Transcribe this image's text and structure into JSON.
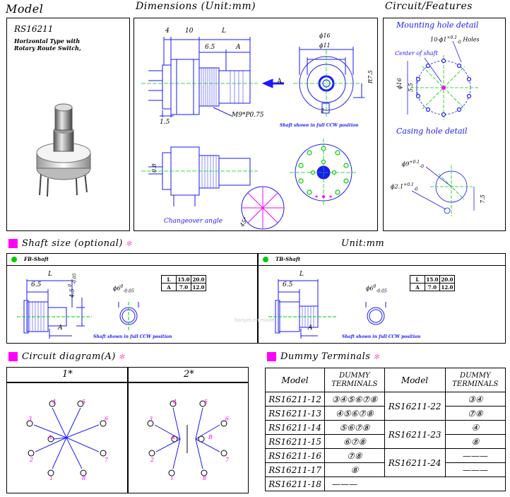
{
  "headers": {
    "model": "Model",
    "dimensions": "Dimensions (Unit:mm)",
    "circuit_features": "Circuit/Features",
    "shaft_size": "Shaft size (optional)",
    "unit": "Unit:mm",
    "circuit_diagram": "Circuit diagram(A)",
    "dummy_terminals": "Dummy Terminals"
  },
  "model_panel": {
    "model_number": "RS16211",
    "description_line1": "Horizontal Type with",
    "description_line2": "Rotary Route Switch,"
  },
  "dimensions_panel": {
    "dim_4": "4",
    "dim_10": "10",
    "dim_L": "L",
    "dim_6_5": "6.5",
    "dim_A": "A",
    "dim_1_5": "1.5",
    "thread": "M9*P0.75",
    "arrow_label": "A",
    "dia_16": "ϕ16",
    "dia_11": "ϕ11",
    "r7_5": "R7.5",
    "dim_2": "2",
    "shaft_note": "Shaft shown in full CCW position",
    "dim_0_8": "0.8",
    "changeover": "Changeover angle",
    "angle": "45°"
  },
  "features_panel": {
    "mounting_title": "Mounting hole detail",
    "holes_note": "10-ϕ1",
    "holes_tol_plus": "+0.1",
    "holes_tol_minus": "-0",
    "holes_word": "Holes",
    "center_label": "Center of shaft",
    "dim_16": "ϕ16",
    "dim_5_5": "5.5",
    "casing_title": "Casing hole detail",
    "casing_9": "ϕ9",
    "casing_9_tol_plus": "+0.1",
    "casing_9_tol_minus": "-0",
    "casing_2_1": "ϕ2.1",
    "casing_2_1_tol_plus": "+0.1",
    "casing_2_1_tol_minus": "-0",
    "casing_7_5": "7.5"
  },
  "shaft_panels": [
    {
      "title": "FB-Shaft",
      "dim_L": "L",
      "dim_6_5": "6.5",
      "dim_A": "A",
      "dim_4_5": "4.5",
      "dim_4_5_tol_plus": "0",
      "dim_4_5_tol_minus": "-0.05",
      "dia": "ϕ6",
      "dia_tol_plus": "0",
      "dia_tol_minus": "-0.05",
      "note": "Shaft shown in full CCW position",
      "table": [
        [
          "L",
          "15.0",
          "20.0"
        ],
        [
          "A",
          "7.0",
          "12.0"
        ]
      ]
    },
    {
      "title": "TB-Shaft",
      "dim_L": "L",
      "dim_6_5": "6.5",
      "dim_A": "A",
      "dia": "ϕ6",
      "dia_tol_plus": "0",
      "dia_tol_minus": "-0.05",
      "note": "Shaft shown in full CCW position",
      "table": [
        [
          "L",
          "15.0",
          "20.0"
        ],
        [
          "A",
          "7.0",
          "12.0"
        ]
      ]
    }
  ],
  "watermark": "honyel.en.made",
  "circuit_diagram": {
    "col1": "1*",
    "col2": "2*",
    "diagram1_labels": [
      "1",
      "2",
      "3",
      "4",
      "5",
      "6",
      "7",
      "8",
      "A"
    ],
    "diagram2_labels": [
      "1",
      "2",
      "3",
      "4",
      "5",
      "6",
      "7",
      "8",
      "A",
      "B"
    ]
  },
  "dummy_table": {
    "col_model": "Model",
    "col_dummy": "DUMMY TERMINALS",
    "left": [
      {
        "model": "RS16211-12",
        "terminals": "③④⑤⑥⑦⑧"
      },
      {
        "model": "RS16211-13",
        "terminals": "④⑤⑥⑦⑧"
      },
      {
        "model": "RS16211-14",
        "terminals": "⑤⑥⑦⑧"
      },
      {
        "model": "RS16211-15",
        "terminals": "⑥⑦⑧"
      },
      {
        "model": "RS16211-16",
        "terminals": "⑦⑧"
      },
      {
        "model": "RS16211-17",
        "terminals": "⑧"
      },
      {
        "model": "RS16211-18",
        "terminals": "———"
      }
    ],
    "right": [
      {
        "model": "RS16211-22",
        "terminals_a": "③④",
        "terminals_b": "⑦⑧"
      },
      {
        "model": "RS16211-23",
        "terminals_a": "④",
        "terminals_b": "⑧"
      },
      {
        "model": "RS16211-24",
        "terminals_a": "———",
        "terminals_b": "———"
      }
    ]
  },
  "colors": {
    "accent": "#ff00ff",
    "drawing": "#1a1aff",
    "centerline": "#00cc00"
  }
}
